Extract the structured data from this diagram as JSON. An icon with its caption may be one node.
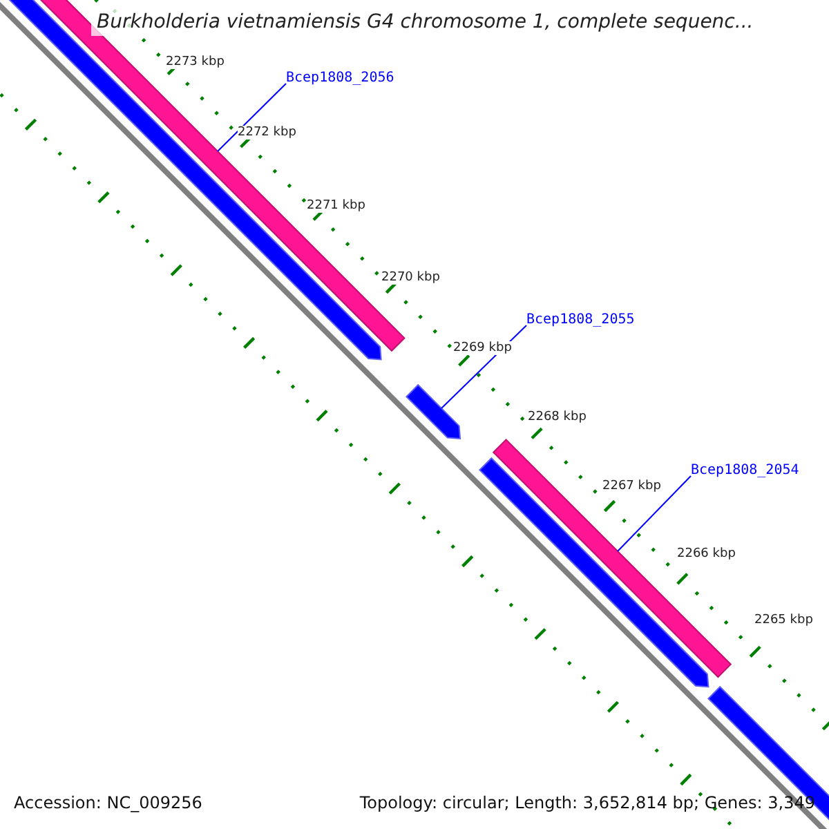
{
  "diagram": {
    "title": "Burkholderia vietnamiensis G4 chromosome 1, complete sequenc...",
    "nodes": [
      {
        "text": [
          "Bcep1808_2056"
        ]
      },
      {
        "text": [],
        "shape": "bar"
      },
      {
        "text": [
          "Bcep1808_2055"
        ]
      },
      {
        "text": [],
        "shape": "bar"
      },
      {
        "text": [
          "Bcep1808_2054"
        ]
      },
      {
        "text": [],
        "shape": "bar"
      }
    ],
    "edges": [
      {
        "from": 0,
        "to": 1,
        "arrow": "none"
      },
      {
        "from": 2,
        "to": 3,
        "arrow": "none"
      },
      {
        "from": 4,
        "to": 5,
        "arrow": "none"
      }
    ],
    "labels": [
      "2273 kbp",
      "2272 kbp",
      "2271 kbp",
      "2270 kbp",
      "2269 kbp",
      "2268 kbp",
      "2267 kbp",
      "2266 kbp",
      "2265 kbp",
      "Accession: NC_009256",
      "Topology: circular; Length: 3,652,814 bp; Genes: 3,349"
    ]
  }
}
